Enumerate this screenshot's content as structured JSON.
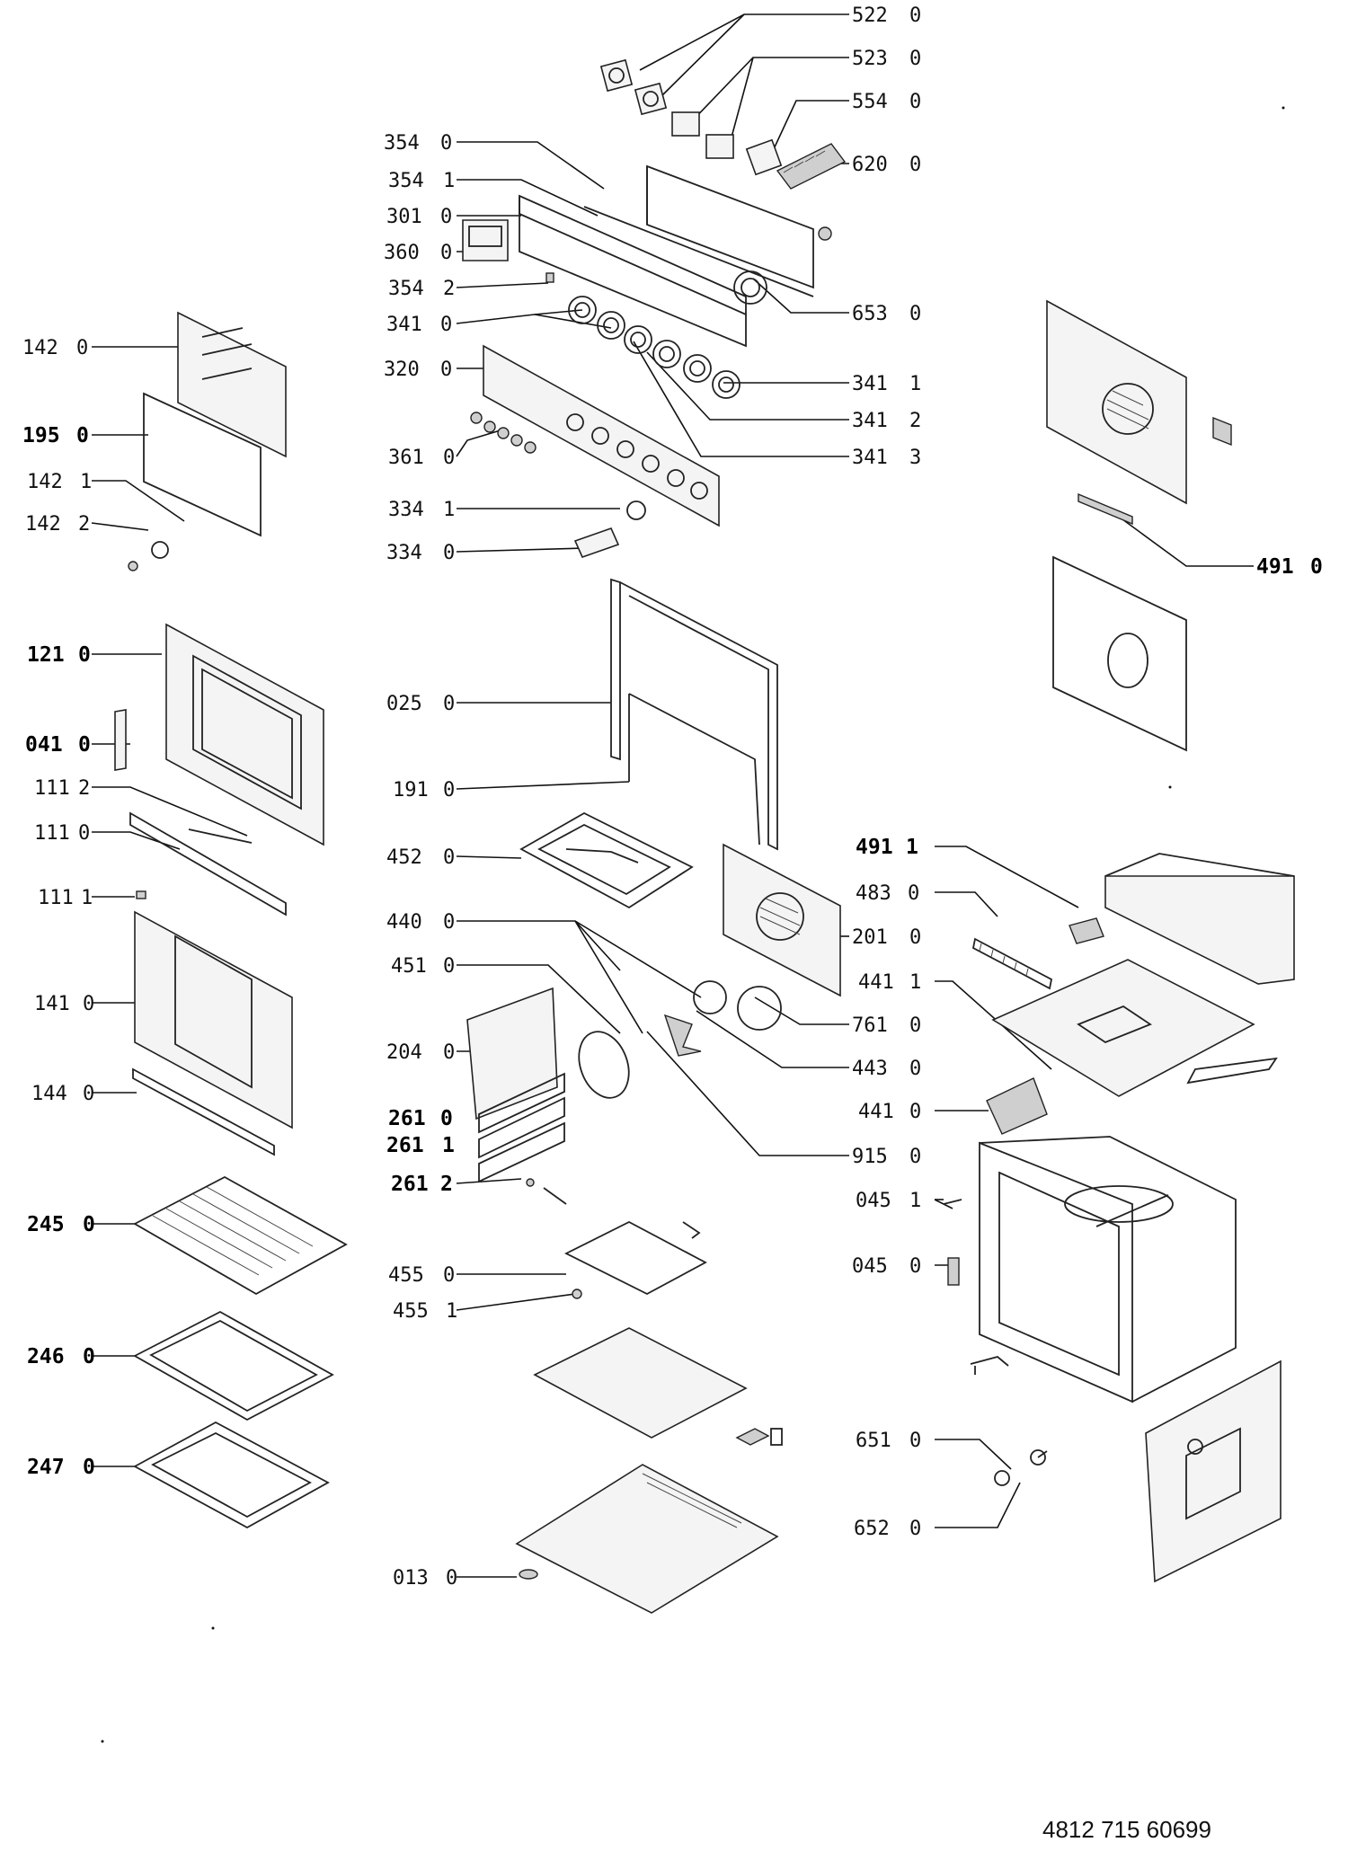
{
  "document_number": "4812 715 60699",
  "labels": [
    {
      "code": "522",
      "v": "0"
    },
    {
      "code": "523",
      "v": "0"
    },
    {
      "code": "554",
      "v": "0"
    },
    {
      "code": "620",
      "v": "0"
    },
    {
      "code": "354",
      "v": "0"
    },
    {
      "code": "354",
      "v": "1"
    },
    {
      "code": "301",
      "v": "0"
    },
    {
      "code": "360",
      "v": "0"
    },
    {
      "code": "354",
      "v": "2"
    },
    {
      "code": "341",
      "v": "0"
    },
    {
      "code": "653",
      "v": "0"
    },
    {
      "code": "142",
      "v": "0"
    },
    {
      "code": "320",
      "v": "0"
    },
    {
      "code": "341",
      "v": "1"
    },
    {
      "code": "195",
      "v": "0"
    },
    {
      "code": "341",
      "v": "2"
    },
    {
      "code": "361",
      "v": "0"
    },
    {
      "code": "341",
      "v": "3"
    },
    {
      "code": "142",
      "v": "1"
    },
    {
      "code": "334",
      "v": "1"
    },
    {
      "code": "142",
      "v": "2"
    },
    {
      "code": "334",
      "v": "0"
    },
    {
      "code": "491",
      "v": "0"
    },
    {
      "code": "121",
      "v": "0"
    },
    {
      "code": "025",
      "v": "0"
    },
    {
      "code": "041",
      "v": "0"
    },
    {
      "code": "111",
      "v": "2"
    },
    {
      "code": "191",
      "v": "0"
    },
    {
      "code": "111",
      "v": "0"
    },
    {
      "code": "452",
      "v": "0"
    },
    {
      "code": "491",
      "v": "1"
    },
    {
      "code": "483",
      "v": "0"
    },
    {
      "code": "111",
      "v": "1"
    },
    {
      "code": "440",
      "v": "0"
    },
    {
      "code": "201",
      "v": "0"
    },
    {
      "code": "451",
      "v": "0"
    },
    {
      "code": "441",
      "v": "1"
    },
    {
      "code": "141",
      "v": "0"
    },
    {
      "code": "761",
      "v": "0"
    },
    {
      "code": "204",
      "v": "0"
    },
    {
      "code": "443",
      "v": "0"
    },
    {
      "code": "144",
      "v": "0"
    },
    {
      "code": "261",
      "v": "0"
    },
    {
      "code": "441",
      "v": "0"
    },
    {
      "code": "261",
      "v": "1"
    },
    {
      "code": "915",
      "v": "0"
    },
    {
      "code": "261",
      "v": "2"
    },
    {
      "code": "045",
      "v": "1"
    },
    {
      "code": "245",
      "v": "0"
    },
    {
      "code": "045",
      "v": "0"
    },
    {
      "code": "455",
      "v": "0"
    },
    {
      "code": "455",
      "v": "1"
    },
    {
      "code": "246",
      "v": "0"
    },
    {
      "code": "247",
      "v": "0"
    },
    {
      "code": "651",
      "v": "0"
    },
    {
      "code": "652",
      "v": "0"
    },
    {
      "code": "013",
      "v": "0"
    }
  ]
}
